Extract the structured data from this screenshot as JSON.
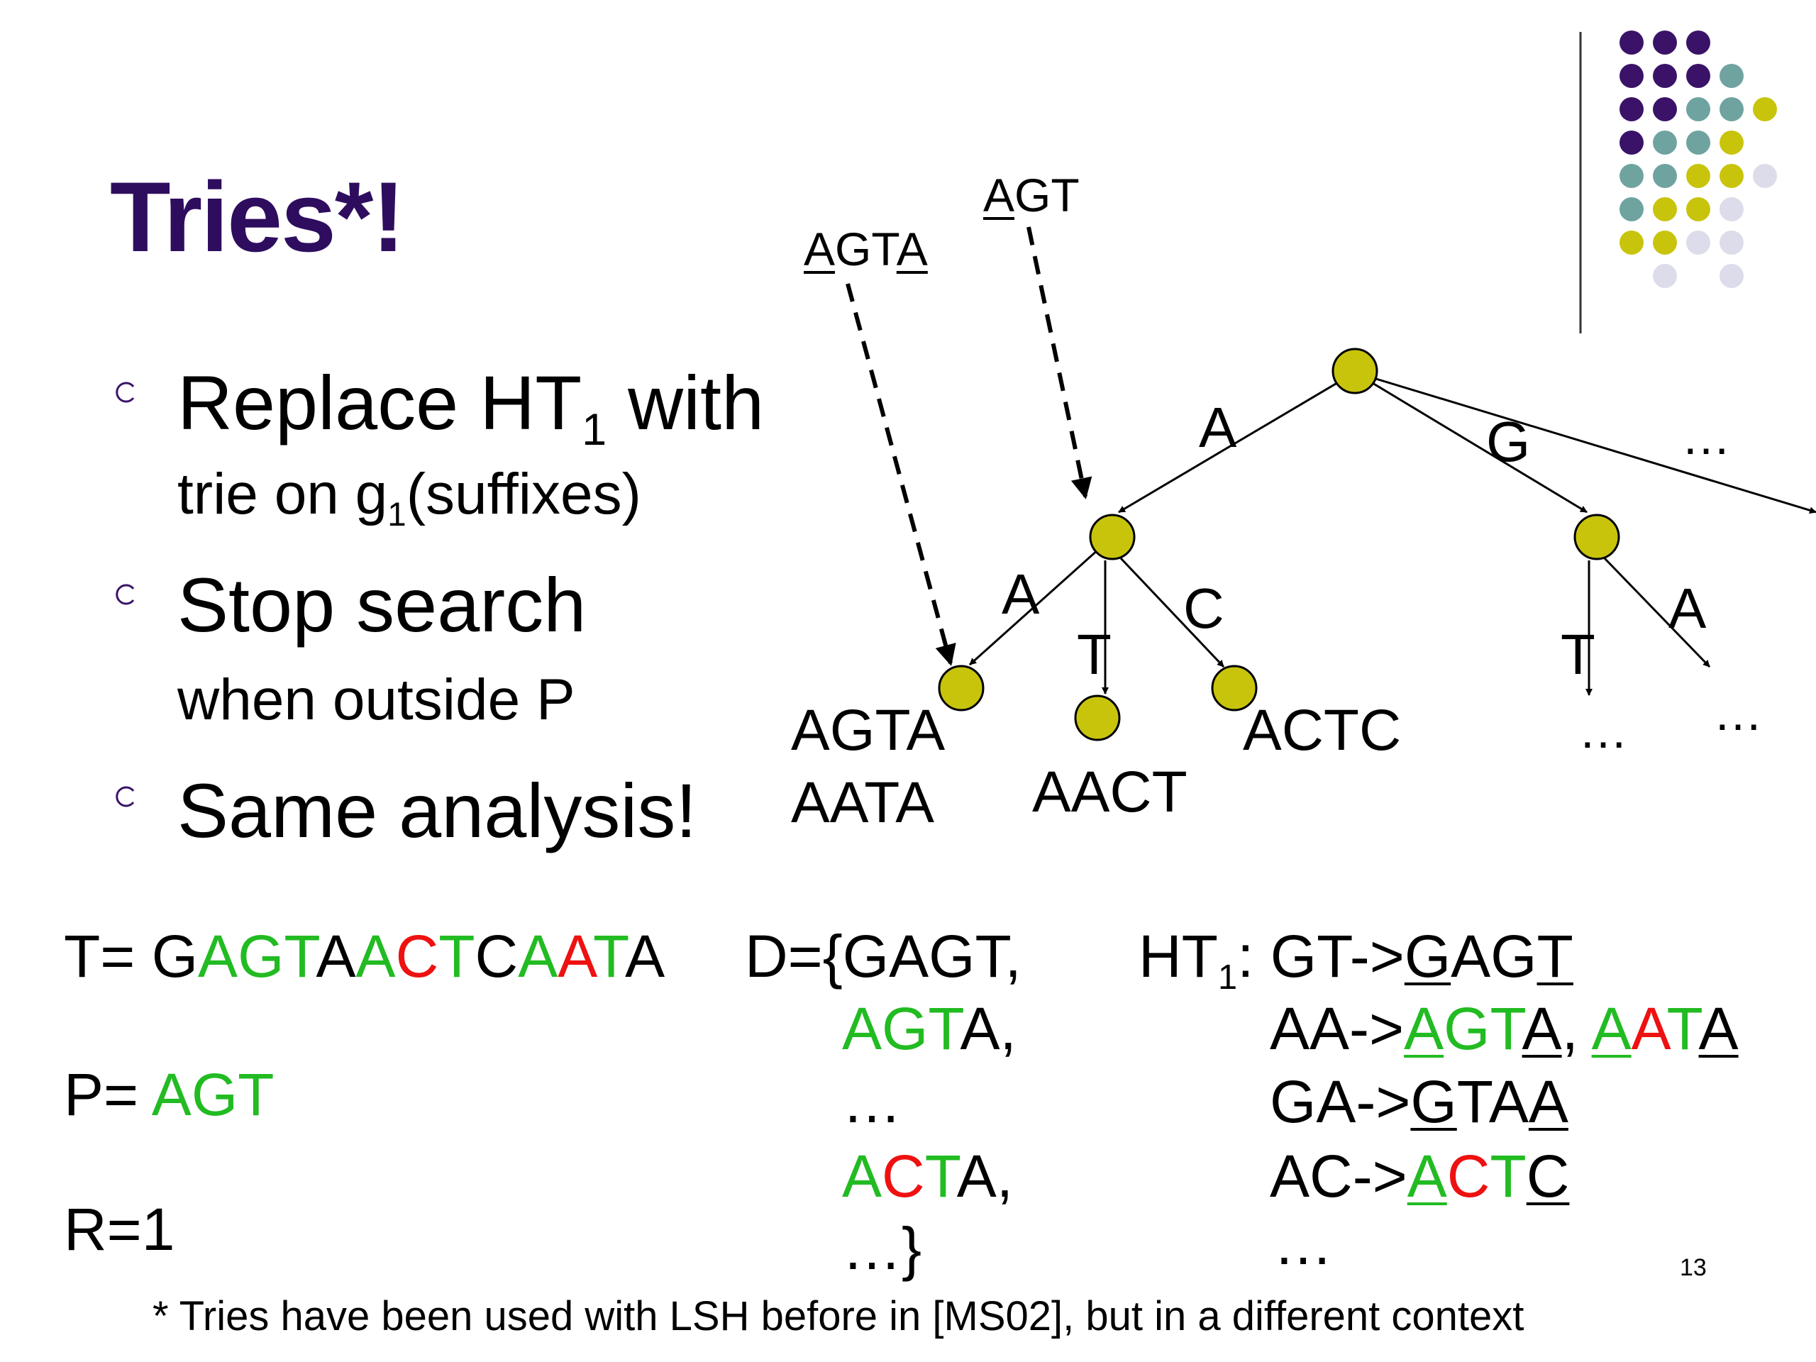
{
  "slide": {
    "title": "Tries*!",
    "page_number": "13",
    "footnote": "* Tries have been used with LSH before in [MS02], but in a different context",
    "colors": {
      "title": "#2e0d5e",
      "match": "#22bb22",
      "mismatch": "#ee1111",
      "node": "#c8c40c",
      "dot_purple": "#3a1368",
      "dot_teal": "#6fa3a0",
      "dot_yellow": "#c8c40c",
      "dot_lavender": "#dcdcea"
    }
  },
  "bullets": [
    {
      "line1_pre": "Replace HT",
      "line1_sub": "1",
      "line1_post": " with",
      "line2_pre": "trie on g",
      "line2_sub": "1",
      "line2_post": "(suffixes)"
    },
    {
      "line1": "Stop search",
      "line2": "when outside P"
    },
    {
      "line1": "Same analysis!"
    }
  ],
  "tree": {
    "query_agta": [
      "A",
      "GT",
      "A"
    ],
    "query_agt": [
      "A",
      "GT"
    ],
    "edges": {
      "root_a": "A",
      "root_g": "G",
      "root_more": "…",
      "a_a": "A",
      "a_t": "T",
      "a_c": "C",
      "g_t": "T",
      "g_a": "A"
    },
    "leaves": {
      "agta_1": "AGTA",
      "agta_2": "AATA",
      "aact": "AACT",
      "actc": "ACTC",
      "ellipsis_t": "…",
      "ellipsis_a": "…"
    }
  },
  "bottom": {
    "t_label": "T= ",
    "t_seq": [
      [
        "G",
        "k"
      ],
      [
        "AGT",
        "g"
      ],
      [
        "A",
        "k"
      ],
      [
        "A",
        "g"
      ],
      [
        "C",
        "r"
      ],
      [
        "T",
        "g"
      ],
      [
        "C",
        "k"
      ],
      [
        "A",
        "g"
      ],
      [
        "A",
        "r"
      ],
      [
        "T",
        "g"
      ],
      [
        "A",
        "k"
      ]
    ],
    "p_label": "P= ",
    "p_value": "AGT",
    "r_label": "R=1",
    "d_open": "D={GAGT,",
    "d_line2": [
      [
        "AGT",
        "g"
      ],
      [
        "A,",
        "k"
      ]
    ],
    "d_line3": "…",
    "d_line4": [
      [
        "A",
        "g"
      ],
      [
        "C",
        "r"
      ],
      [
        "T",
        "g"
      ],
      [
        "A,",
        "k"
      ]
    ],
    "d_close": "…}",
    "ht_label_pre": "HT",
    "ht_label_sub": "1",
    "ht_label_post": ": GT->",
    "ht_row1": [
      [
        "G",
        "ku"
      ],
      [
        "AG",
        "k"
      ],
      [
        "T",
        "ku"
      ]
    ],
    "ht_row2_pre": "AA->",
    "ht_row2": [
      [
        "A",
        "gu"
      ],
      [
        "GT",
        "g"
      ],
      [
        "A",
        "ku"
      ],
      [
        ", ",
        "k"
      ],
      [
        "A",
        "gu"
      ],
      [
        "A",
        "r"
      ],
      [
        "T",
        "g"
      ],
      [
        "A",
        "ku"
      ]
    ],
    "ht_row3_pre": "GA->",
    "ht_row3": [
      [
        "G",
        "ku"
      ],
      [
        "TA",
        "k"
      ],
      [
        "A",
        "ku"
      ]
    ],
    "ht_row4_pre": "AC->",
    "ht_row4": [
      [
        "A",
        "gu"
      ],
      [
        "C",
        "r"
      ],
      [
        "T",
        "g"
      ],
      [
        "C",
        "ku"
      ]
    ],
    "ht_row5": "…"
  }
}
